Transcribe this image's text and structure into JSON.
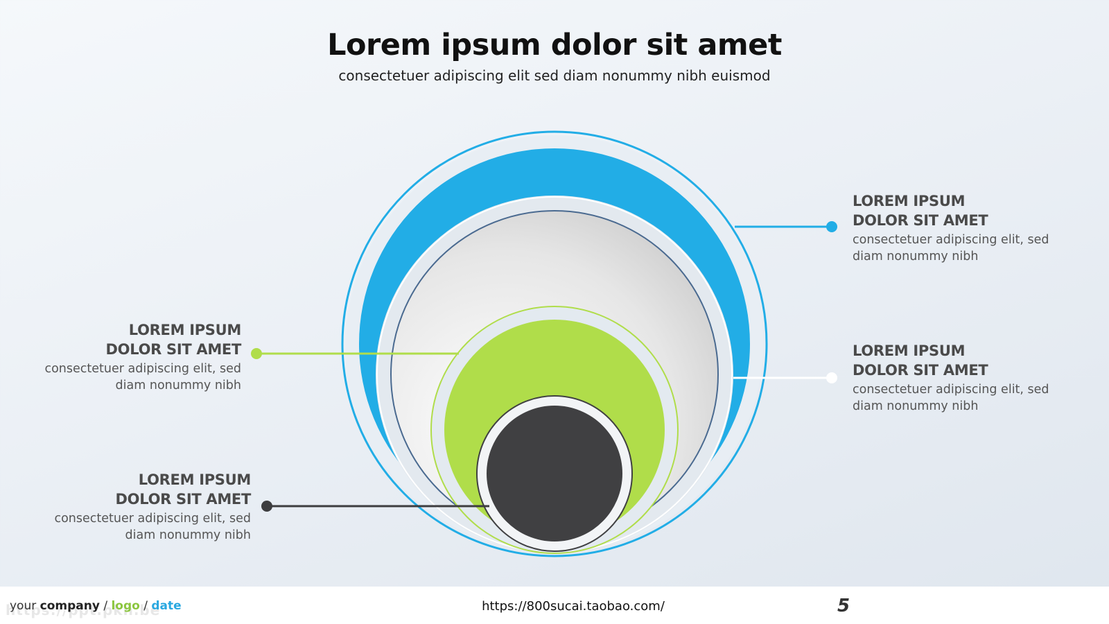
{
  "header": {
    "title": "Lorem ipsum dolor sit amet",
    "subtitle": "consectetuer adipiscing elit sed diam nonummy nibh euismod"
  },
  "callouts": [
    {
      "id": "top-right",
      "heading_line1": "LOREM IPSUM",
      "heading_line2": "DOLOR SIT AMET",
      "body_line1": "consectetuer adipiscing elit, sed",
      "body_line2": "diam nonummy nibh",
      "color": "#29a8e0"
    },
    {
      "id": "middle-right",
      "heading_line1": "LOREM IPSUM",
      "heading_line2": "DOLOR SIT AMET",
      "body_line1": "consectetuer adipiscing elit, sed",
      "body_line2": "diam nonummy nibh",
      "color": "#ffffff"
    },
    {
      "id": "middle-left",
      "heading_line1": "LOREM IPSUM",
      "heading_line2": "DOLOR SIT AMET",
      "body_line1": "consectetuer adipiscing elit, sed",
      "body_line2": "diam nonummy nibh",
      "color": "#a5d64a"
    },
    {
      "id": "bottom-left",
      "heading_line1": "LOREM IPSUM",
      "heading_line2": "DOLOR SIT AMET",
      "body_line1": "consectetuer adipiscing elit, sed",
      "body_line2": "diam nonummy nibh",
      "color": "#3d3d3f"
    }
  ],
  "colors": {
    "blue": "#22ade6",
    "green": "#b0dd4a",
    "dark": "#404042",
    "navy_outline": "#4a6a90"
  },
  "footer": {
    "company_prefix": "your",
    "company": "company",
    "sep1": " / ",
    "logo": "logo",
    "sep2": " / ",
    "date": "date",
    "url": "https://800sucai.taobao.com/",
    "page_number": "5",
    "watermark": "https://ppt.pkn.be"
  }
}
